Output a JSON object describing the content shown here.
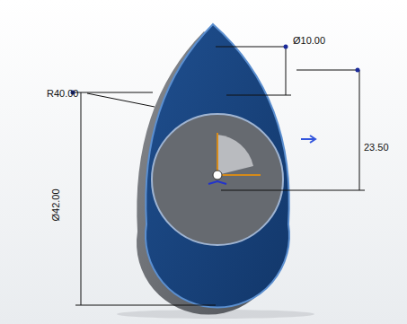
{
  "diagram": {
    "labels": [
      "R40.00",
      "Ø10.00",
      "23.50",
      "Ø42.00"
    ]
  }
}
